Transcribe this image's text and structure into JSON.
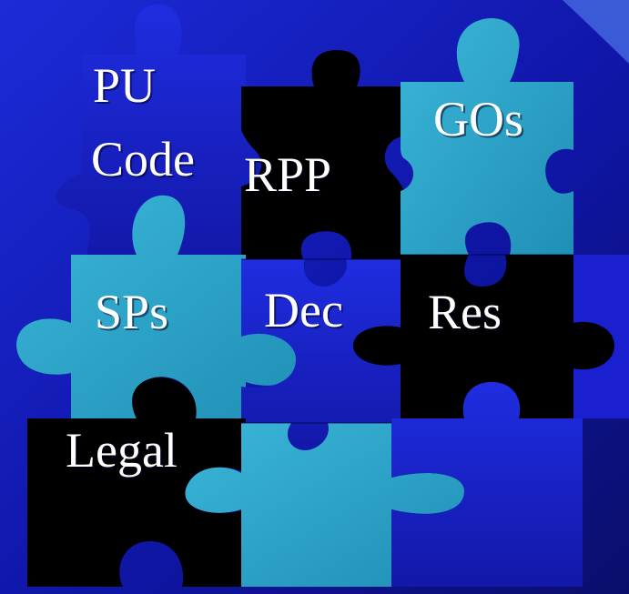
{
  "pieces": [
    {
      "name": "PU",
      "line2": "Code"
    },
    {
      "name": "RPP"
    },
    {
      "name": "GOs"
    },
    {
      "name": "SPs"
    },
    {
      "name": "Dec"
    },
    {
      "name": "Res"
    },
    {
      "name": "Legal"
    }
  ],
  "colors": {
    "background": "#10148a",
    "piece_dark": "#000000",
    "piece_cyan": "#2ba3c8",
    "piece_blue": "#1a1fd0",
    "label": "#ffffff"
  }
}
